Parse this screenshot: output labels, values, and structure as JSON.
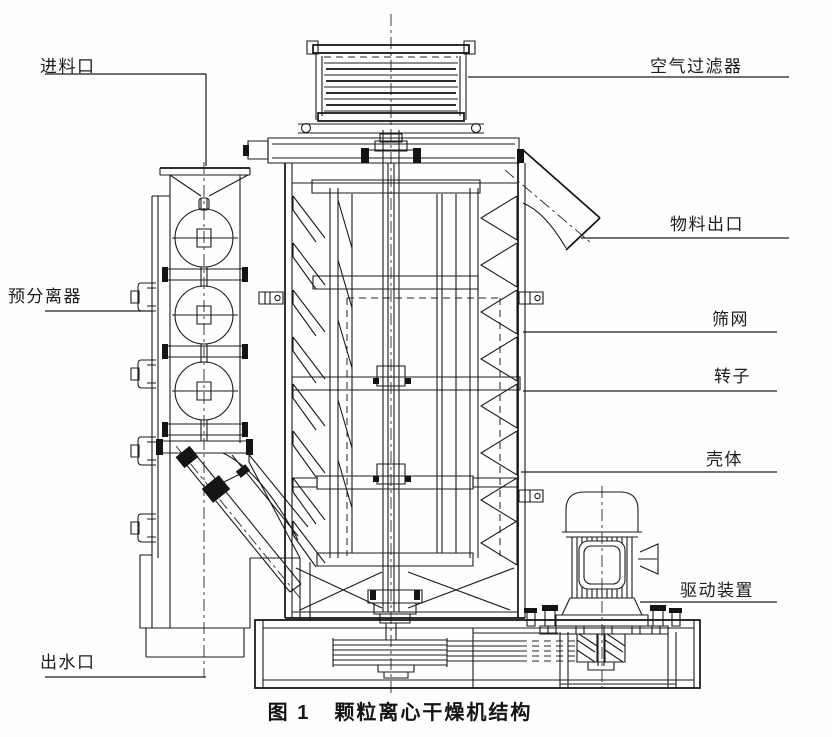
{
  "figure": {
    "number": "图 1",
    "title": "颗粒离心干燥机结构"
  },
  "labels": {
    "feed_inlet": "进料口",
    "air_filter": "空气过滤器",
    "material_outlet": "物料出口",
    "screen_mesh": "筛网",
    "rotor": "转子",
    "shell": "壳体",
    "drive_unit": "驱动装置",
    "pre_separator": "预分离器",
    "water_outlet": "出水口"
  },
  "colors": {
    "background": "#fefefe",
    "line": "#1b1b1b",
    "text": "#1c1c1c"
  }
}
